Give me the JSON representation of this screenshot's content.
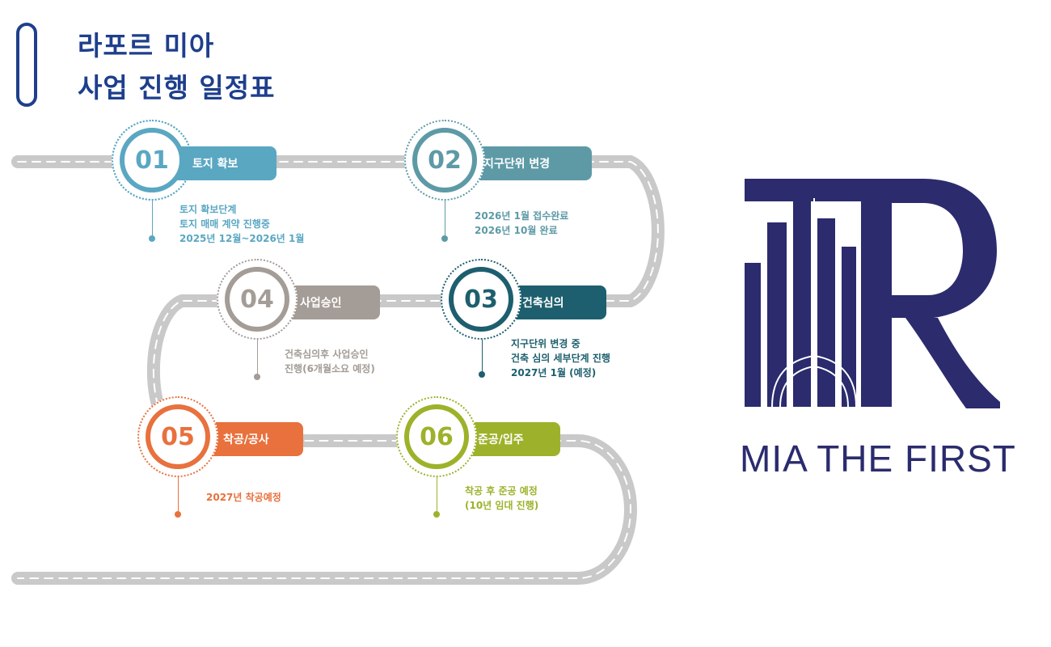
{
  "title": {
    "line1": "라포르 미아",
    "line2": "사업 진행 일정표"
  },
  "steps": [
    {
      "number": "01",
      "label": "토지 확보",
      "color": "#5aa7c2",
      "desc": [
        "토지 확보단계",
        "토지 매매 계약 진행중",
        "2025년 12월~2026년 1월"
      ]
    },
    {
      "number": "02",
      "label": "지구단위 변경",
      "color": "#5d9aa6",
      "desc": [
        "2026년 1월 접수완료",
        "2026년 10월 완료"
      ]
    },
    {
      "number": "03",
      "label": "건축심의",
      "color": "#1d5f6e",
      "desc": [
        "지구단위 변경 중",
        "건축 심의 세부단계 진행",
        "2027년 1월 (예정)"
      ]
    },
    {
      "number": "04",
      "label": "사업승인",
      "color": "#a49c96",
      "desc": [
        "건축심의후 사업승인",
        "진행(6개월소요 예정)"
      ]
    },
    {
      "number": "05",
      "label": "착공/공사",
      "color": "#e8713d",
      "desc": [
        "2027년 착공예정"
      ]
    },
    {
      "number": "06",
      "label": "준공/입주",
      "color": "#9db22a",
      "desc": [
        "착공 후 준공 예정",
        "(10년 임대 진행)"
      ]
    }
  ],
  "brand": {
    "name": "MIA THE FIRST",
    "color": "#2b2b6e"
  },
  "colors": {
    "title": "#1e3f8c",
    "road": "#c9c9c9"
  }
}
